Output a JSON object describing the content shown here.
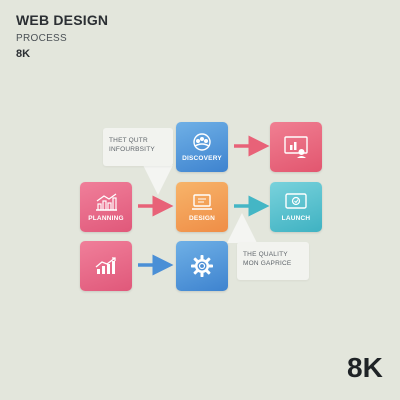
{
  "header": {
    "title": "WEB DESIGN",
    "subtitle": "PROCESS",
    "tag": "8K"
  },
  "tiles": {
    "discovery": {
      "label": "DISCOVERY",
      "icon": "team-icon"
    },
    "top_right": {
      "icon": "presentation-icon"
    },
    "planning": {
      "label": "PLANNING",
      "icon": "bar-chart-icon"
    },
    "design": {
      "label": "DESIGN",
      "icon": "laptop-icon"
    },
    "launch": {
      "label": "LAUNCH",
      "icon": "monitor-icon"
    },
    "chart": {
      "icon": "growth-chart-icon"
    },
    "gear": {
      "icon": "gear-icon"
    }
  },
  "notes": {
    "note_1": {
      "line1": "THET QUTR",
      "line2": "INFOURBSITY"
    },
    "note_2": {
      "line1": "THE QUALITY",
      "line2": "MON GAPRICE"
    }
  },
  "footer": {
    "tag": "8K"
  },
  "colors": {
    "background": "#e3e6dc",
    "pink": "#e2566f",
    "blue": "#3e83cf",
    "orange": "#ef8d46",
    "teal": "#3fb2c2"
  }
}
